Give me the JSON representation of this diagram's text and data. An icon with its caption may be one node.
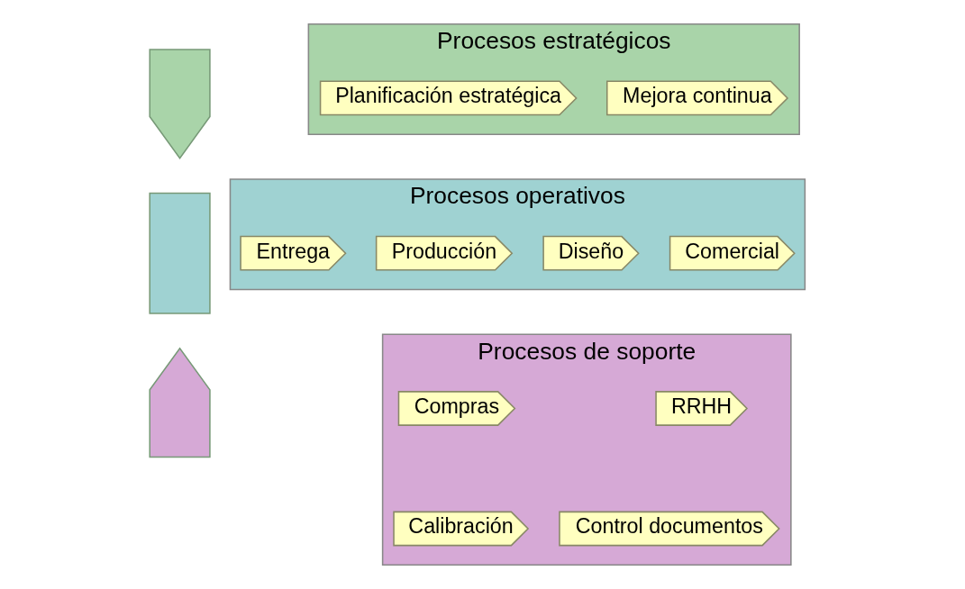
{
  "diagram": {
    "nodes": [
      {
        "text": [],
        "shape": "arrow"
      },
      {
        "text": [
          "Procesos estratégicos"
        ]
      },
      {
        "text": [
          "Mejora continua"
        ],
        "in": 1
      },
      {
        "text": [
          "Planificación estratégica"
        ],
        "in": 1
      },
      {
        "text": [],
        "shape": "box"
      },
      {
        "text": [
          "Procesos operativos"
        ]
      },
      {
        "text": [
          "Comercial"
        ],
        "in": 5
      },
      {
        "text": [
          "Diseño"
        ],
        "in": 5
      },
      {
        "text": [
          "Producción"
        ],
        "in": 5
      },
      {
        "text": [
          "Entrega"
        ],
        "in": 5
      },
      {
        "text": [],
        "shape": "arrow"
      },
      {
        "text": [
          "Procesos de soporte"
        ]
      },
      {
        "text": [
          "RRHH"
        ],
        "in": 11
      },
      {
        "text": [
          "Compras"
        ],
        "in": 11
      },
      {
        "text": [
          "Control documentos"
        ],
        "in": 11
      },
      {
        "text": [
          "Calibración"
        ],
        "in": 11
      }
    ],
    "edges": []
  }
}
